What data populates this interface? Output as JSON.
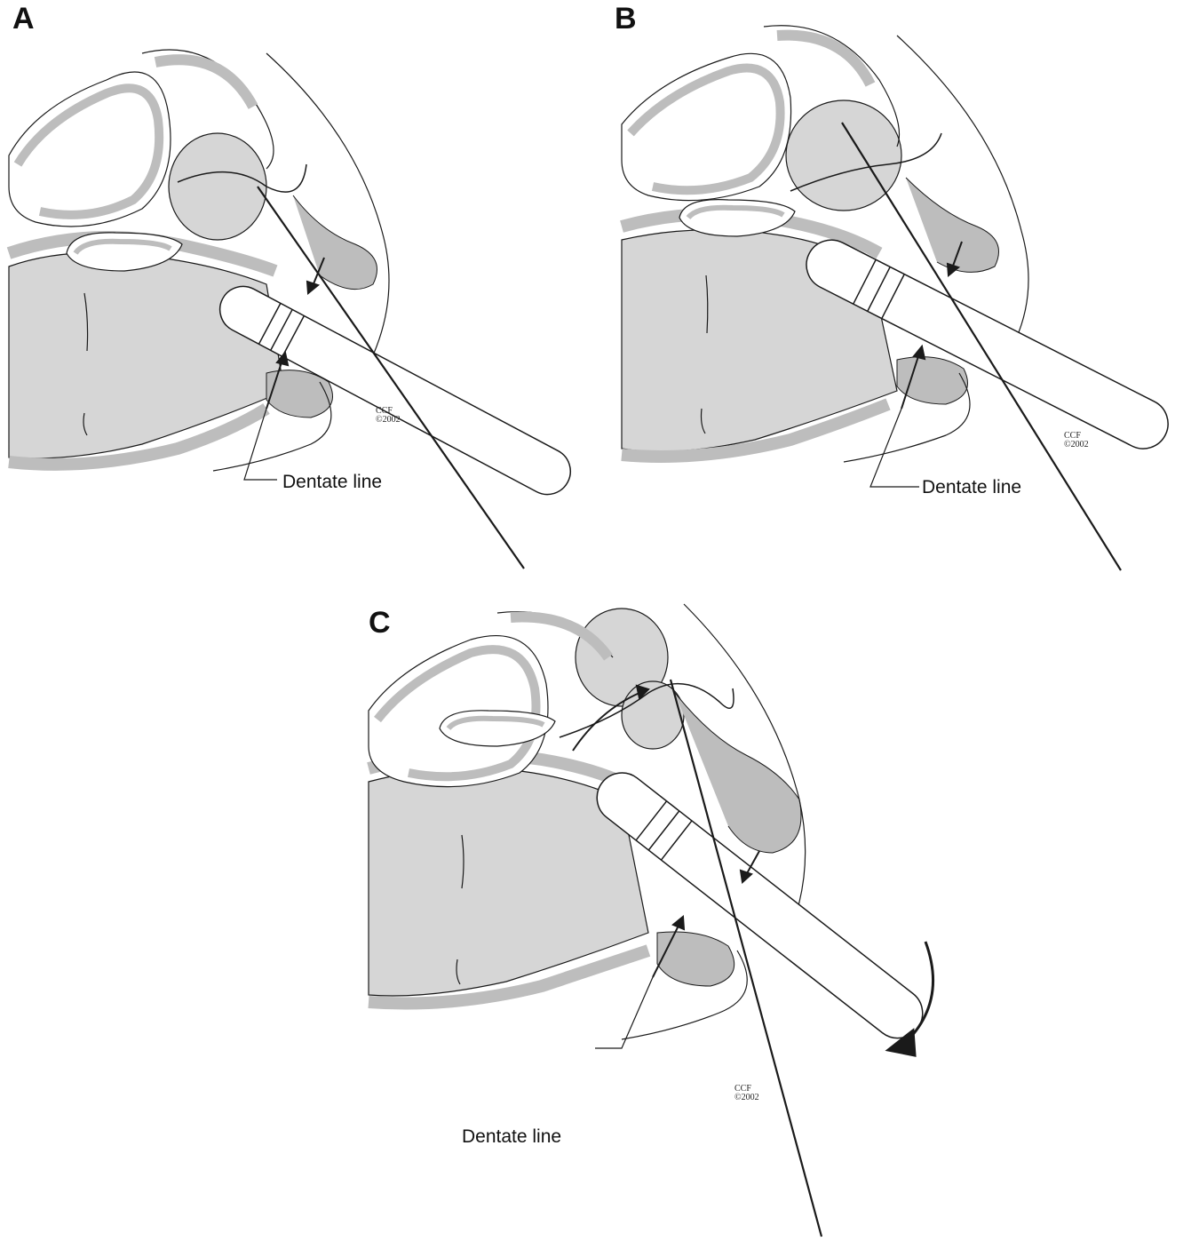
{
  "panels": [
    {
      "letter": "A",
      "dentate_label": "Dentate line",
      "copyright_line1": "CCF",
      "copyright_line2": "©2002"
    },
    {
      "letter": "B",
      "dentate_label": "Dentate line",
      "copyright_line1": "CCF",
      "copyright_line2": "©2002"
    },
    {
      "letter": "C",
      "dentate_label": "Dentate line",
      "copyright_line1": "CCF",
      "copyright_line2": "©2002"
    }
  ],
  "colors": {
    "tissue": "#bdbdbd",
    "tissue_light": "#d6d6d6",
    "line": "#1a1a1a",
    "background": "#ffffff"
  }
}
